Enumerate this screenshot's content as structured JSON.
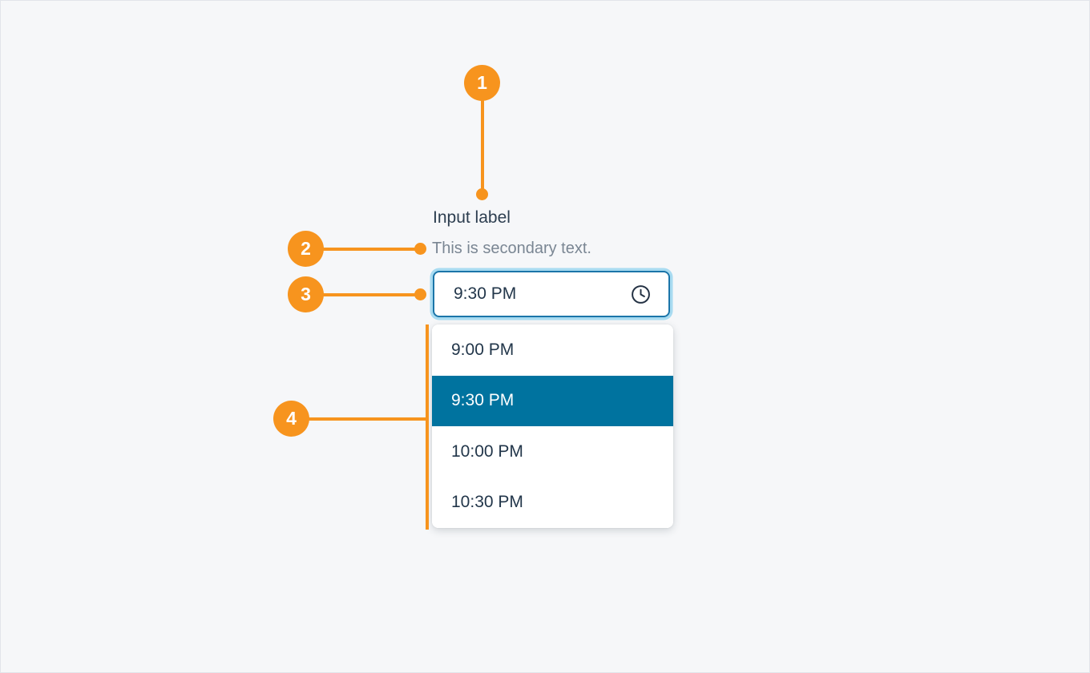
{
  "annotations": {
    "markers": [
      "1",
      "2",
      "3",
      "4"
    ]
  },
  "field": {
    "label": "Input label",
    "secondary_text": "This is secondary text.",
    "value": "9:30 PM",
    "icon": "clock-icon"
  },
  "dropdown": {
    "options": [
      {
        "label": "9:00 PM",
        "selected": false
      },
      {
        "label": "9:30 PM",
        "selected": true
      },
      {
        "label": "10:00 PM",
        "selected": false
      },
      {
        "label": "10:30 PM",
        "selected": false
      }
    ]
  },
  "colors": {
    "accent_orange": "#F7941E",
    "selection_blue": "#00739F",
    "input_border_blue": "#1B75A9",
    "focus_ring_blue": "#A8DBF1",
    "text_primary": "#22364A",
    "text_secondary": "#7A8693",
    "background": "#F6F7F9"
  }
}
